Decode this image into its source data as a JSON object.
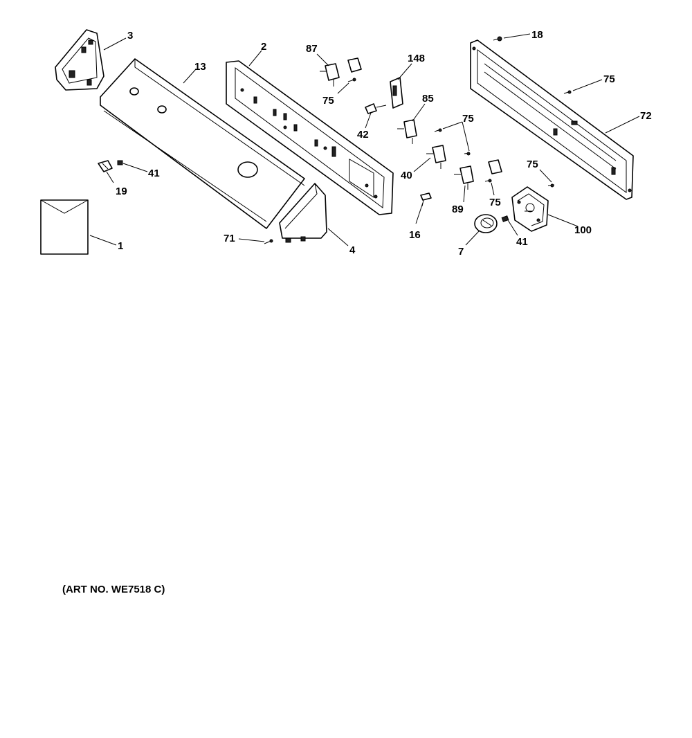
{
  "diagram": {
    "art_number": "(ART NO. WE7518 C)",
    "callouts": [
      "3",
      "13",
      "2",
      "87",
      "148",
      "18",
      "75",
      "72",
      "85",
      "42",
      "40",
      "89",
      "16",
      "7",
      "41",
      "100",
      "19",
      "1",
      "71",
      "4"
    ],
    "labels": {
      "l3": "3",
      "l13": "13",
      "l2": "2",
      "l87": "87",
      "l148": "148",
      "l18": "18",
      "l75a": "75",
      "l75b": "75",
      "l75c": "75",
      "l75d": "75",
      "l75e": "75",
      "l72": "72",
      "l85": "85",
      "l42": "42",
      "l40": "40",
      "l89": "89",
      "l16": "16",
      "l7": "7",
      "l41a": "41",
      "l41b": "41",
      "l100": "100",
      "l19": "19",
      "l1": "1",
      "l71": "71",
      "l4": "4"
    }
  }
}
